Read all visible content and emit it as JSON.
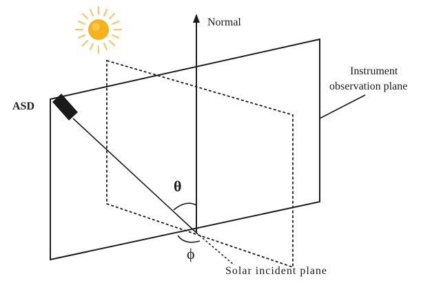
{
  "labels": {
    "normal": "Normal",
    "asd": "ASD",
    "instrument_line1": "Instrument",
    "instrument_line2": "observation plane",
    "theta": "θ",
    "phi": "ϕ",
    "solar_plane": "Solar incident plane"
  },
  "colors": {
    "sun_core": "#f5b21b",
    "sun_rays": "#f7c66a",
    "ink": "#1a1a1a"
  },
  "icons": {
    "sun": "sun-icon",
    "sensor": "asd-sensor-icon"
  }
}
